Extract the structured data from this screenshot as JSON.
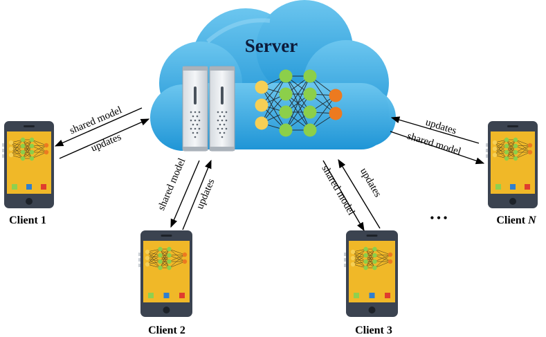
{
  "server": {
    "label": "Server"
  },
  "arrows": {
    "shared_model": "shared model",
    "updates": "updates"
  },
  "clients": [
    {
      "label": "Client 1",
      "number": ""
    },
    {
      "label": "Client 2",
      "number": ""
    },
    {
      "label": "Client 3",
      "number": ""
    },
    {
      "label": "Client ",
      "number": "N"
    }
  ],
  "ellipsis": "• • •",
  "colors": {
    "cloud": "#2ea3dc",
    "cloud_light": "#5fc0ec",
    "phone_body": "#3b4350",
    "phone_screen": "#f0b828",
    "node_input": "#f6cf55",
    "node_hidden": "#8ccf4a",
    "node_output": "#ec7a20",
    "app_green": "#8fd04f",
    "app_blue": "#2f7fcf",
    "app_red": "#e03c2e"
  },
  "icons": [
    "cloud-icon",
    "server-rack-icon",
    "neural-network-icon",
    "smartphone-icon"
  ]
}
